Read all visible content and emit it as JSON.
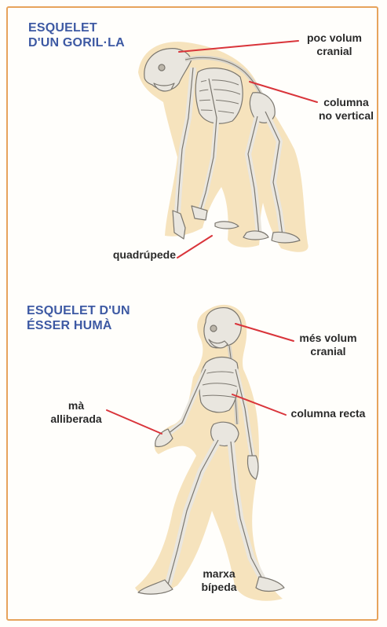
{
  "gorilla": {
    "title_line1": "ESQUELET",
    "title_line2": "D'UN GORIL·LA",
    "label_cranial_line1": "poc volum",
    "label_cranial_line2": "cranial",
    "label_spine_line1": "columna",
    "label_spine_line2": "no vertical",
    "label_gait": "quadrúpede"
  },
  "human": {
    "title_line1": "ESQUELET D'UN",
    "title_line2": "ÉSSER HUMÀ",
    "label_cranial_line1": "més volum",
    "label_cranial_line2": "cranial",
    "label_spine": "columna recta",
    "label_hand_line1": "mà",
    "label_hand_line2": "alliberada",
    "label_gait_line1": "marxa",
    "label_gait_line2": "bípeda"
  },
  "colors": {
    "title": "#3d59a3",
    "pointer_line": "#d9343a",
    "silhouette": "#f6e3bd",
    "bone": "#e9e6df",
    "bone_outline": "#7b776f",
    "border": "#e7a35c"
  }
}
